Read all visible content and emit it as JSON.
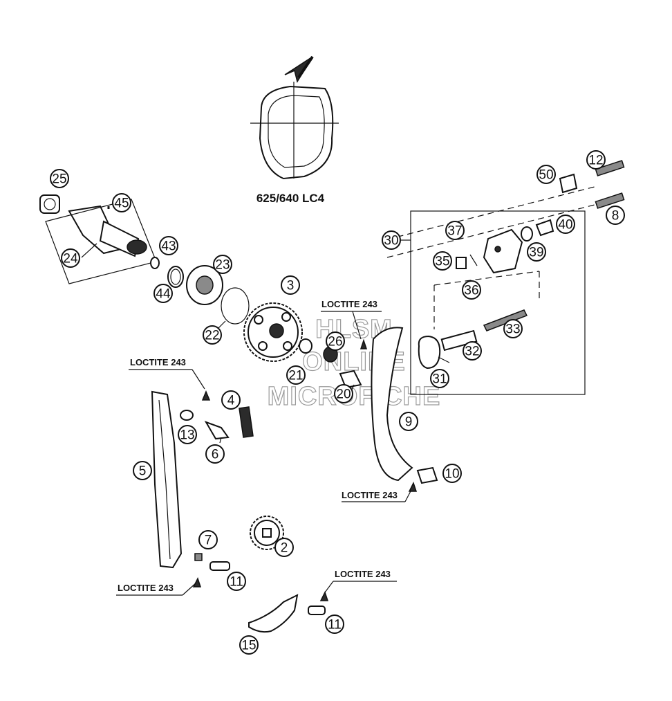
{
  "diagram": {
    "model_label": "625/640 LC4",
    "loctite_label": "LOCTITE 243",
    "watermark_lines": [
      "HLSM",
      "ONLINE",
      "MICROFICHE"
    ],
    "callouts": [
      "2",
      "3",
      "4",
      "5",
      "6",
      "7",
      "8",
      "9",
      "10",
      "11",
      "11",
      "12",
      "13",
      "15",
      "20",
      "21",
      "22",
      "23",
      "24",
      "25",
      "26",
      "30",
      "31",
      "32",
      "33",
      "35",
      "36",
      "37",
      "39",
      "40",
      "43",
      "44",
      "45",
      "50"
    ]
  }
}
